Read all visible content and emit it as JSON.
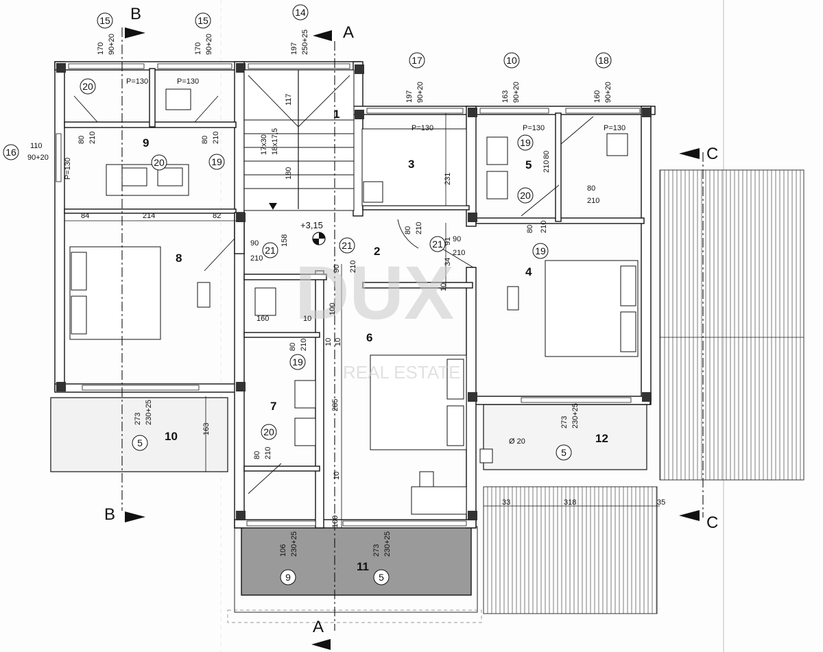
{
  "rooms": [
    {
      "num": "1"
    },
    {
      "num": "2"
    },
    {
      "num": "3"
    },
    {
      "num": "4"
    },
    {
      "num": "5"
    },
    {
      "num": "6"
    },
    {
      "num": "7"
    },
    {
      "num": "8"
    },
    {
      "num": "9"
    },
    {
      "num": "10"
    },
    {
      "num": "11"
    },
    {
      "num": "12"
    }
  ],
  "sections": {
    "a": "A",
    "b": "B",
    "c": "C"
  },
  "elevation": "+3,15",
  "watermark": {
    "brand": "DUX",
    "sub": "REAL ESTATE"
  },
  "circles": [
    {
      "n": "15"
    },
    {
      "n": "15"
    },
    {
      "n": "14"
    },
    {
      "n": "17"
    },
    {
      "n": "10"
    },
    {
      "n": "18"
    },
    {
      "n": "20"
    },
    {
      "n": "16"
    },
    {
      "n": "19"
    },
    {
      "n": "19"
    },
    {
      "n": "20"
    },
    {
      "n": "20"
    },
    {
      "n": "21"
    },
    {
      "n": "21"
    },
    {
      "n": "21"
    },
    {
      "n": "19"
    },
    {
      "n": "19"
    },
    {
      "n": "20"
    },
    {
      "n": "5"
    },
    {
      "n": "5"
    },
    {
      "n": "9"
    },
    {
      "n": "5"
    }
  ],
  "texts": [
    {
      "t": "170"
    },
    {
      "t": "90+20"
    },
    {
      "t": "170"
    },
    {
      "t": "90+20"
    },
    {
      "t": "197"
    },
    {
      "t": "250+25"
    },
    {
      "t": "197"
    },
    {
      "t": "90+20"
    },
    {
      "t": "163"
    },
    {
      "t": "90+20"
    },
    {
      "t": "160"
    },
    {
      "t": "90+20"
    },
    {
      "t": "P=130"
    },
    {
      "t": "P=130"
    },
    {
      "t": "P=130"
    },
    {
      "t": "P=130"
    },
    {
      "t": "P=130"
    },
    {
      "t": "P=130"
    },
    {
      "t": "80"
    },
    {
      "t": "210"
    },
    {
      "t": "80"
    },
    {
      "t": "210"
    },
    {
      "t": "110"
    },
    {
      "t": "90+20"
    },
    {
      "t": "117"
    },
    {
      "t": "17x30"
    },
    {
      "t": "18x17,5"
    },
    {
      "t": "180"
    },
    {
      "t": "231"
    },
    {
      "t": "80"
    },
    {
      "t": "210"
    },
    {
      "t": "80"
    },
    {
      "t": "210"
    },
    {
      "t": "80"
    },
    {
      "t": "210"
    },
    {
      "t": "84"
    },
    {
      "t": "214"
    },
    {
      "t": "82"
    },
    {
      "t": "90"
    },
    {
      "t": "210"
    },
    {
      "t": "158"
    },
    {
      "t": "90"
    },
    {
      "t": "210"
    },
    {
      "t": "34"
    },
    {
      "t": "91"
    },
    {
      "t": "90"
    },
    {
      "t": "210"
    },
    {
      "t": "80"
    },
    {
      "t": "210"
    },
    {
      "t": "10"
    },
    {
      "t": "10"
    },
    {
      "t": "100"
    },
    {
      "t": "160"
    },
    {
      "t": "10"
    },
    {
      "t": "10"
    },
    {
      "t": "80"
    },
    {
      "t": "210"
    },
    {
      "t": "285"
    },
    {
      "t": "80"
    },
    {
      "t": "210"
    },
    {
      "t": "10"
    },
    {
      "t": "100"
    },
    {
      "t": "273"
    },
    {
      "t": "230+25"
    },
    {
      "t": "163"
    },
    {
      "t": "273"
    },
    {
      "t": "230+25"
    },
    {
      "t": "Ø 20"
    },
    {
      "t": "106"
    },
    {
      "t": "230+25"
    },
    {
      "t": "273"
    },
    {
      "t": "230+25"
    },
    {
      "t": "33"
    },
    {
      "t": "318"
    },
    {
      "t": "35"
    }
  ]
}
